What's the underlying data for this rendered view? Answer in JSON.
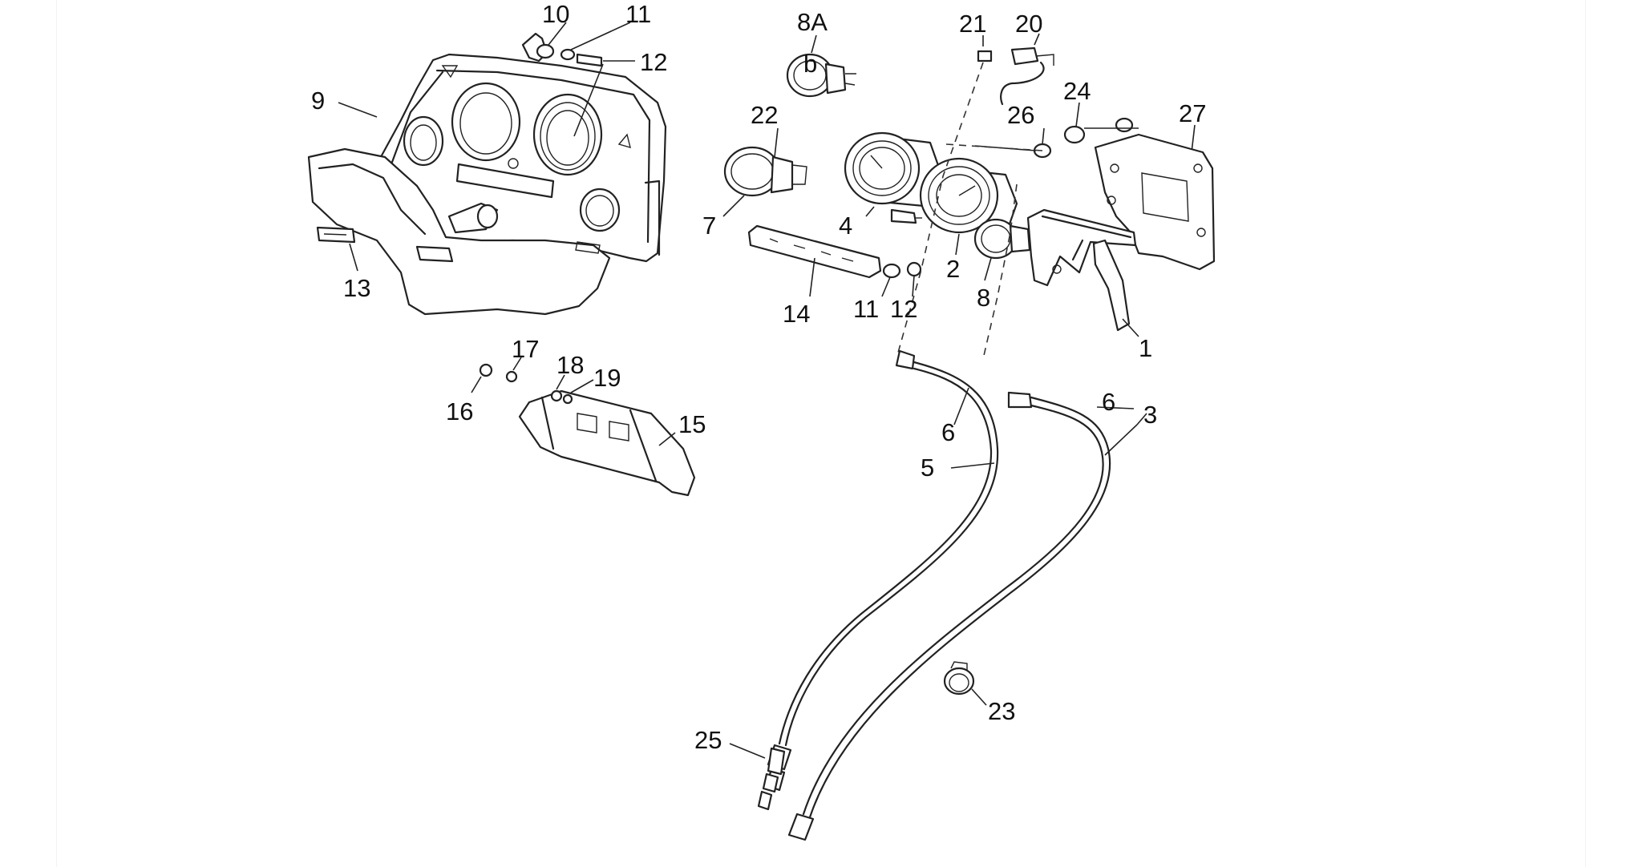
{
  "diagram": {
    "callouts": [
      {
        "id": "c1",
        "text": "1"
      },
      {
        "id": "c2",
        "text": "2"
      },
      {
        "id": "c3",
        "text": "3"
      },
      {
        "id": "c4",
        "text": "4"
      },
      {
        "id": "c5",
        "text": "5"
      },
      {
        "id": "c6a",
        "text": "6"
      },
      {
        "id": "c6b",
        "text": "6"
      },
      {
        "id": "c7",
        "text": "7"
      },
      {
        "id": "c8",
        "text": "8"
      },
      {
        "id": "c8a",
        "text": "8A"
      },
      {
        "id": "c9",
        "text": "9"
      },
      {
        "id": "c10",
        "text": "10"
      },
      {
        "id": "c11a",
        "text": "11"
      },
      {
        "id": "c11b",
        "text": "11"
      },
      {
        "id": "c12a",
        "text": "12"
      },
      {
        "id": "c12b",
        "text": "12"
      },
      {
        "id": "c13",
        "text": "13"
      },
      {
        "id": "c14",
        "text": "14"
      },
      {
        "id": "c15",
        "text": "15"
      },
      {
        "id": "c16",
        "text": "16"
      },
      {
        "id": "c17",
        "text": "17"
      },
      {
        "id": "c18",
        "text": "18"
      },
      {
        "id": "c19",
        "text": "19"
      },
      {
        "id": "c20",
        "text": "20"
      },
      {
        "id": "c21",
        "text": "21"
      },
      {
        "id": "c22",
        "text": "22"
      },
      {
        "id": "c23",
        "text": "23"
      },
      {
        "id": "c24",
        "text": "24"
      },
      {
        "id": "c25",
        "text": "25"
      },
      {
        "id": "c26",
        "text": "26"
      },
      {
        "id": "c27",
        "text": "27"
      }
    ]
  }
}
